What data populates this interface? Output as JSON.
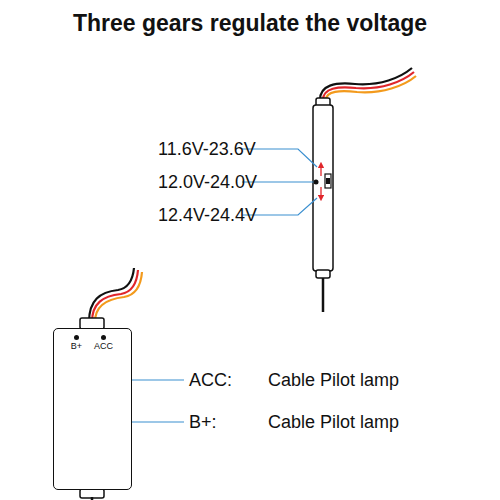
{
  "diagram": {
    "title": "Three gears regulate the voltage",
    "nodes": [
      {
        "text": [
          "B+",
          "ACC"
        ]
      }
    ],
    "labels": [
      "11.6V-23.6V",
      "12.0V-24.0V",
      "12.4V-24.4V",
      "ACC:",
      "Cable Pilot lamp",
      "B+:",
      "Cable Pilot lamp"
    ]
  }
}
